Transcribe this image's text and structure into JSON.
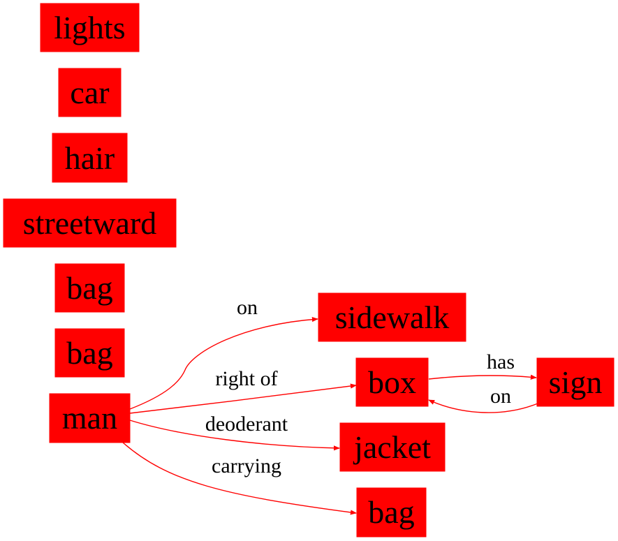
{
  "colors": {
    "node_fill": "#ff0000",
    "edge": "#ff0000",
    "text": "#000000",
    "background": "#ffffff"
  },
  "nodes": {
    "lights": "lights",
    "car": "car",
    "hair": "hair",
    "streetward": "streetward",
    "bag1": "bag",
    "bag2": "bag",
    "man": "man",
    "sidewalk": "sidewalk",
    "box": "box",
    "sign": "sign",
    "jacket": "jacket",
    "bag3": "bag"
  },
  "edges": [
    {
      "from": "man",
      "to": "sidewalk",
      "label": "on"
    },
    {
      "from": "man",
      "to": "box",
      "label": "right of"
    },
    {
      "from": "man",
      "to": "jacket",
      "label": "deoderant"
    },
    {
      "from": "man",
      "to": "bag",
      "label": "carrying"
    },
    {
      "from": "box",
      "to": "sign",
      "label": "has"
    },
    {
      "from": "sign",
      "to": "box",
      "label": "on"
    }
  ]
}
